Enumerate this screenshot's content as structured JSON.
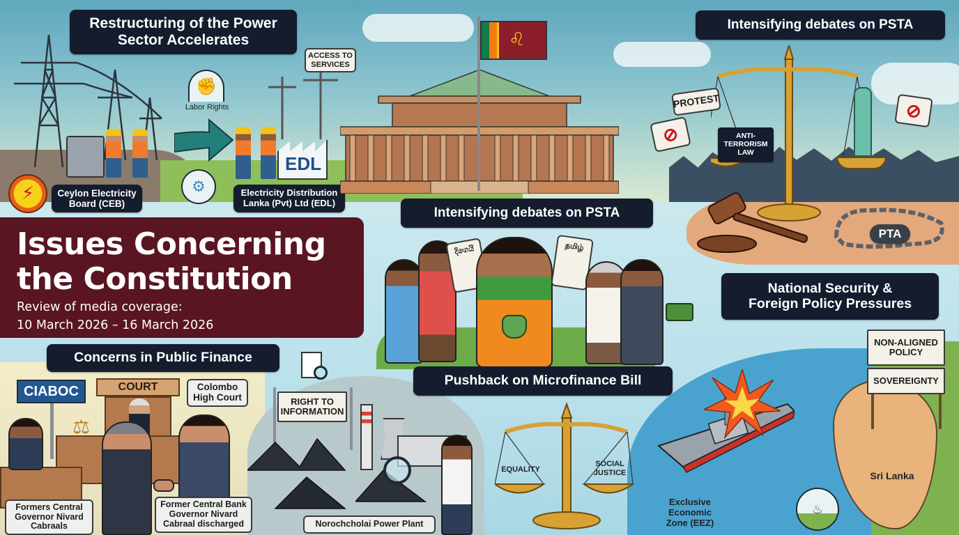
{
  "title": {
    "main_line1": "Issues Concerning",
    "main_line2": "the Constitution",
    "sub_line1": "Review of media coverage:",
    "sub_line2": "10 March 2026 – 16 March 2026"
  },
  "colors": {
    "title_banner": "#5a1522",
    "label_bg": "#141c2e",
    "label_text": "#ffffff",
    "sky": "#8cc4cf",
    "sea": "#b9e0ea",
    "ciaboc_blue": "#23578f"
  },
  "sections": {
    "power_sector": {
      "heading_line1": "Restructuring of the Power",
      "heading_line2": "Sector Accelerates",
      "ceb_line1": "Ceylon Electricity",
      "ceb_line2": "Board (CEB)",
      "edl_line1": "Electricity Distribution",
      "edl_line2": "Lanka (Pvt) Ltd (EDL)",
      "edl_logo": "EDL",
      "labor_rights": "Labor Rights",
      "access_line1": "ACCESS TO",
      "access_line2": "SERVICES",
      "icons": [
        "transmission-tower-icon",
        "ceb-logo-icon",
        "fist-dumbbell-icon",
        "arrow-right-icon",
        "gear-hand-icon",
        "factory-icon"
      ]
    },
    "parliament": {
      "flag": "sri-lanka-flag",
      "building": "parliament-building"
    },
    "psta_top": {
      "heading": "Intensifying debates on PSTA",
      "protest_sign": "PROTEST",
      "scale_left_line1": "ANTI-",
      "scale_left_line2": "TERRORISM",
      "scale_left_line3": "LAW",
      "chain_tag": "PTA",
      "icons": [
        "scales-of-justice-icon",
        "gavel-icon",
        "chain-icon",
        "statue-of-liberty-icon",
        "no-symbol-icon"
      ]
    },
    "psta_center": {
      "heading": "Intensifying debates on PSTA"
    },
    "microfinance": {
      "heading": "Pushback on Microfinance Bill",
      "doc_left_script": "දිගෙයි",
      "doc_right_script": "தமிழ்",
      "icons": [
        "document-icon",
        "money-bag-icon",
        "cash-icon",
        "scales-icon"
      ]
    },
    "national_security": {
      "heading_line1": "National Security &",
      "heading_line2": "Foreign Policy Pressures",
      "sign_top_line1": "NON-ALIGNED",
      "sign_top_line2": "POLICY",
      "sign_bottom": "SOVEREIGNTY",
      "eez_line1": "Exclusive Economic",
      "eez_line2": "Zone (EEZ)",
      "island_label": "Sri Lanka",
      "icons": [
        "warship-icon",
        "explosion-icon",
        "pollution-icon"
      ]
    },
    "public_finance": {
      "heading": "Concerns in Public Finance",
      "ciaboc": "CIABOC",
      "court": "COURT",
      "colombo_line1": "Colombo",
      "colombo_line2": "High Court",
      "left_caption_line1": "Formers Central",
      "left_caption_line2": "Governor Nivard",
      "left_caption_line3": "Cabraals",
      "right_caption_line1": "Former Central Bank",
      "right_caption_line2": "Governor Nivard",
      "right_caption_line3": "Cabraal discharged"
    },
    "right_to_information": {
      "sign_line1": "RIGHT TO",
      "sign_line2": "INFORMATION",
      "plant_caption": "Norochcholai Power Plant",
      "icons": [
        "document-magnifier-icon",
        "coal-pile-icon",
        "magnifying-glass-icon",
        "smokestack-icon"
      ]
    },
    "equality_scale": {
      "left_pan": "EQUALITY",
      "right_pan_line1": "SOCIAL",
      "right_pan_line2": "JUSTICE"
    }
  }
}
